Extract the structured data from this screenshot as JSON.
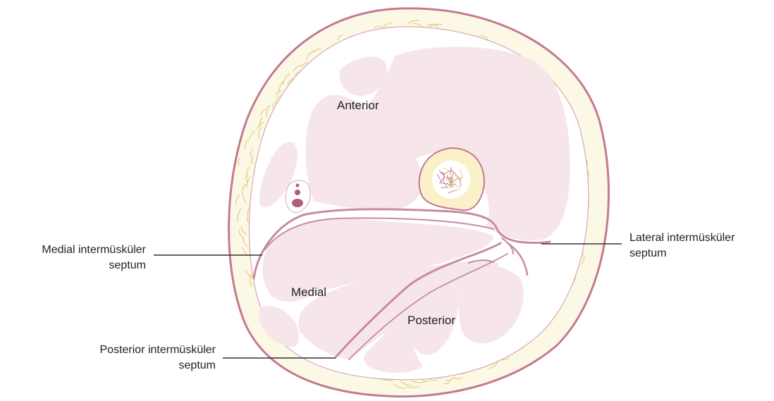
{
  "labels": {
    "anterior": "Anterior",
    "medial": "Medial",
    "posterior": "Posterior",
    "medial_septum_line1": "Medial intermüsküler",
    "medial_septum_line2": "septum",
    "posterior_septum_line1": "Posterior intermüsküler",
    "posterior_septum_line2": "septum",
    "lateral_septum_line1": "Lateral intermüsküler",
    "lateral_septum_line2": "septum"
  },
  "colors": {
    "skin": "#c47a8f",
    "fat": "#fbf8e6",
    "fat_lobule": "#e2cf7c",
    "white_tissue": "#ffffff",
    "muscle": "#f6e6ea",
    "septum": "#c88aa0",
    "bone_cortex": "#fbf1c9",
    "bone_marrow": "#ffffff",
    "marrow_fibers": "#c47a8f",
    "vessel": "#b25d73",
    "leader_line": "#333333"
  }
}
